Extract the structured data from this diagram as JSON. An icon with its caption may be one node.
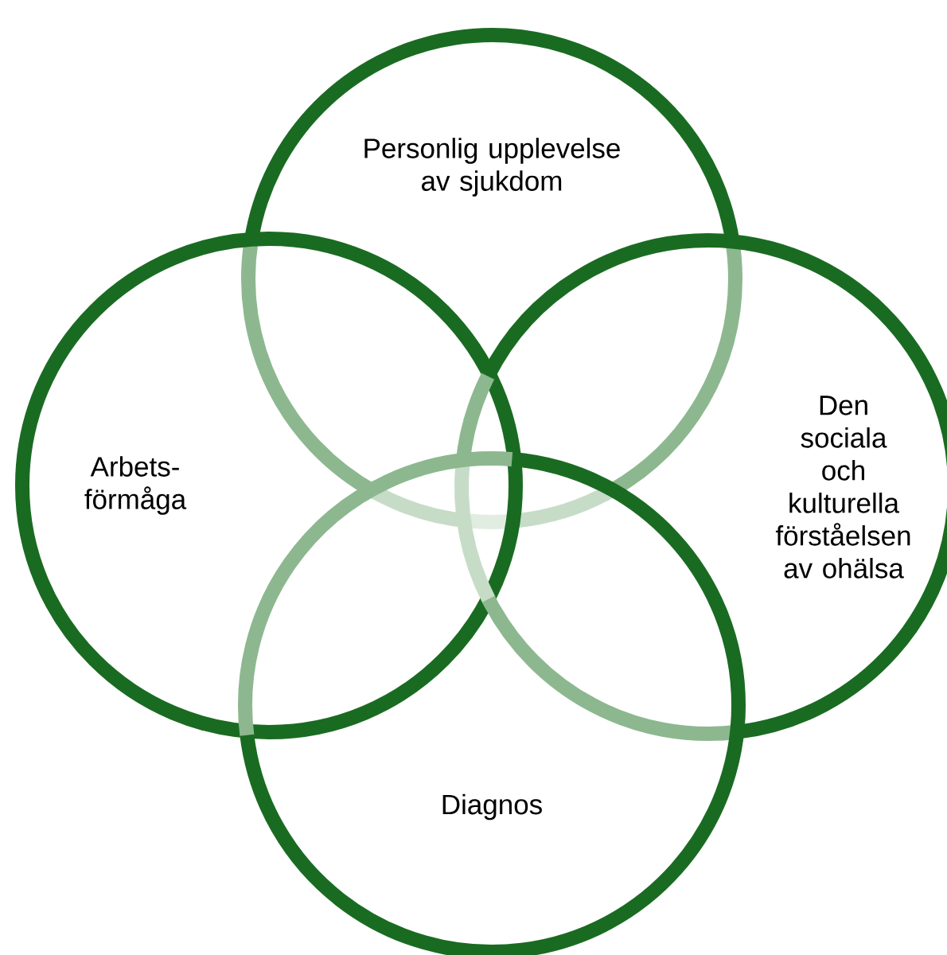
{
  "diagram": {
    "nodes": [
      {
        "text": [
          "Personlig upplevelse av sjukdom"
        ]
      },
      {
        "text": [
          "Arbets- förmåga"
        ]
      },
      {
        "text": [
          "Den sociala och kulturella förståelsen av ohälsa"
        ]
      },
      {
        "text": [
          "Diagnos"
        ]
      }
    ]
  }
}
